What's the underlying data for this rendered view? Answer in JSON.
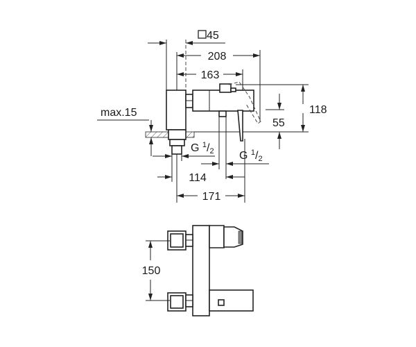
{
  "side_view": {
    "square_size": "45",
    "square_symbol": "□",
    "overall_projection": "208",
    "spout_projection": "163",
    "height_total": "118",
    "spout_height": "55",
    "max_wall": "max.15",
    "thread_left": {
      "base": "G ",
      "num": "1",
      "slash": "/",
      "den": "2"
    },
    "thread_right": {
      "base": "G ",
      "num": "1",
      "slash": "/",
      "den": "2"
    },
    "distance_outlet": "114",
    "distance_lever": "171"
  },
  "top_view": {
    "connection_spacing": "150"
  }
}
